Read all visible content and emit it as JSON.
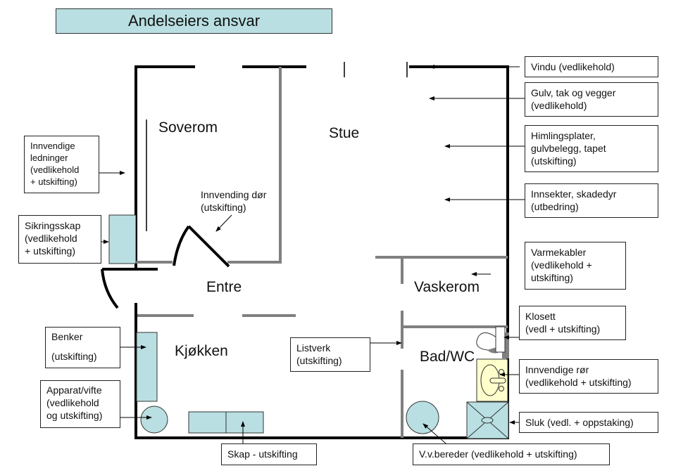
{
  "title": "Andelseiers ansvar",
  "colors": {
    "accent": "#b9dfe2",
    "sink": "#ffffcc",
    "wall_outer": "#000000",
    "wall_inner": "#808080"
  },
  "rooms": {
    "soverom": "Soverom",
    "stue": "Stue",
    "entre": "Entre",
    "vaskerom": "Vaskerom",
    "kjokken": "Kjøkken",
    "bad": "Bad/WC"
  },
  "notes": {
    "innvending_dor": "Innvending  dør\n(utskifting)"
  },
  "labels": {
    "vindu": "Vindu (vedlikehold)",
    "gulv": "Gulv,  tak og vegger\n(vedlikehold)",
    "himling": "Himlingsplater,\ngulvbelegg,  tapet\n(utskifting)",
    "innsekter": "Innsekter,  skadedyr\n(utbedring)",
    "varmekabler": "Varmekabler\n(vedlikehold +\nutskifting)",
    "klosett": "Klosett\n(vedl + utskifting)",
    "ror": "Innvendige  rør\n(vedlikehold + utskifting)",
    "sluk": "Sluk (vedl.  + oppstaking)",
    "vvbereder": "V.v.bereder (vedlikehold  + utskifting)",
    "skap": "Skap - utskifting",
    "listverk": "Listverk\n(utskifting)",
    "apparat": "Apparat/vifte\n(vedlikehold\nog utskifting)",
    "benker": "Benker\n\n(utskifting)",
    "sikringsskap": "Sikringsskap\n(vedlikehold\n+ utskifting)",
    "ledninger": "Innvendige\nledninger\n(vedlikehold\n+ utskifting)"
  }
}
